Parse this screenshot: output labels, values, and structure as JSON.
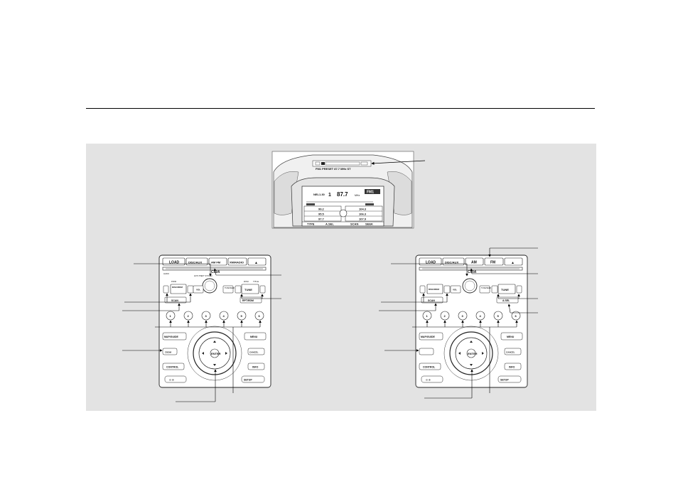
{
  "display": {
    "band": "FM1",
    "preset_label": "NEL1.30",
    "frequency": "87.7",
    "unit": "MHz",
    "cells": [
      "99.2",
      "104.3",
      "95.5",
      "106.3",
      "97.7",
      "107.9"
    ],
    "bottom": [
      "TYPE",
      "A.SEL",
      "SCAN",
      "SEEK"
    ],
    "strip_text": "FM1 PRESET 87.7 MHz ST"
  },
  "left_unit": {
    "top_row": [
      "LOAD",
      "DISC/AUX",
      "AM FM",
      "XM/RADIO",
      "▲"
    ],
    "brand": "CIRA",
    "sub_small_left": "AUDIO",
    "sub_small_right": "ANTI-THEFT SYSTEM",
    "row3": [
      "SKIP",
      "DISC/RDM",
      "SKIP",
      "VOL",
      "TUNE/SEEK",
      "DISC",
      "TUNE",
      "SKIP"
    ],
    "row3_tags": [
      "PWR",
      "TITLE"
    ],
    "row4_left": "SCAN",
    "row4_right": "RPT/RDM",
    "presets": [
      "1",
      "2",
      "3",
      "4",
      "5",
      "6"
    ],
    "map_guide": "MAP/GUIDE",
    "menu": "MENU",
    "cancel": "CANCEL",
    "zoom": "ZOOM",
    "info": "INFO",
    "setup": "SETUP",
    "enter": "ENTER",
    "control": "CONTROL",
    "lower_left": "⊖ ⊕"
  },
  "right_unit": {
    "top_row": [
      "LOAD",
      "DISC/AUX",
      "AM",
      "FM",
      "▲"
    ],
    "brand": "CIRA",
    "row3": [
      "SKIP",
      "DISC/RDM",
      "SKIP",
      "VOL",
      "TUNE/SEEK",
      "TUNE",
      "SKIP"
    ],
    "row4_left": "SCAN",
    "row4_right": "A.SEL",
    "presets": [
      "1",
      "2",
      "3",
      "4",
      "5",
      "6"
    ],
    "map_guide": "MAP/GUIDE",
    "menu": "MENU",
    "cancel": "CANCEL",
    "info": "INFO",
    "setup": "SETUP",
    "enter": "ENTER",
    "control": "CONTROL",
    "lower_left": "⊖ ⊕"
  }
}
